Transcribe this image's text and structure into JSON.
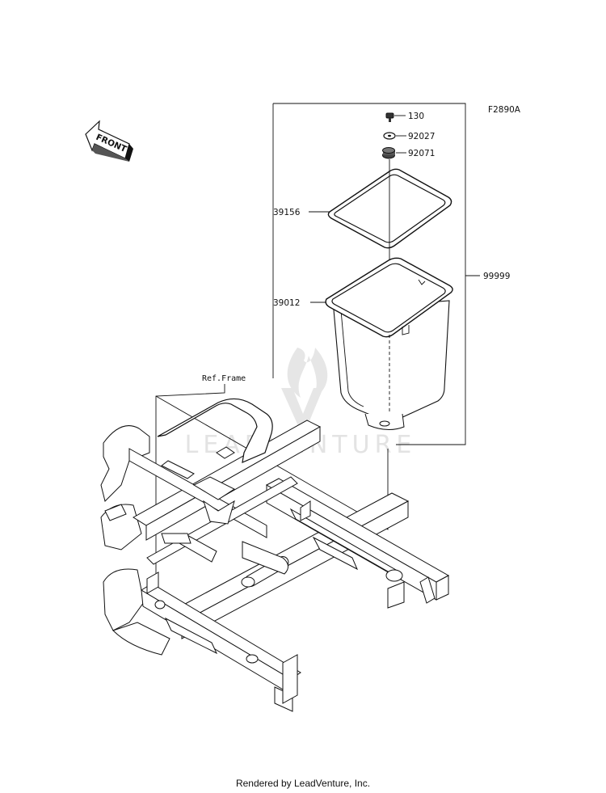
{
  "diagram": {
    "figure_code": "F2890A",
    "front_arrow_label": "FRONT",
    "ref_label": "Ref.Frame",
    "parts": [
      {
        "number": "130",
        "name": "bolt"
      },
      {
        "number": "92027",
        "name": "washer"
      },
      {
        "number": "92071",
        "name": "grommet"
      },
      {
        "number": "39156",
        "name": "seal"
      },
      {
        "number": "39012",
        "name": "box"
      },
      {
        "number": "99999",
        "name": "assembly"
      }
    ],
    "watermark": "LEADVENTURE"
  },
  "footer": {
    "text": "Rendered by LeadVenture, Inc."
  }
}
